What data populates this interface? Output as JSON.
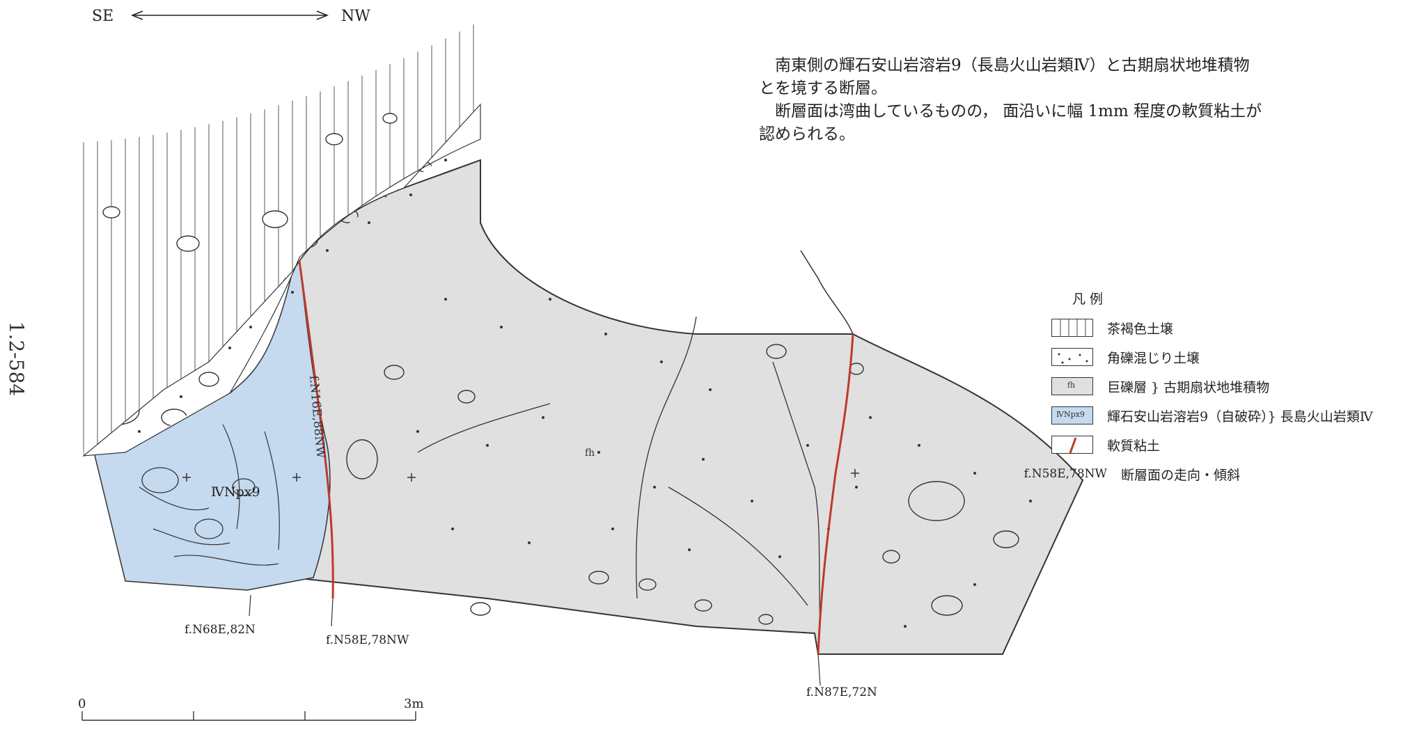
{
  "page_number": "1.2-584",
  "orientation": {
    "left": "SE",
    "right": "NW"
  },
  "description": {
    "line1": "南東側の輝石安山岩溶岩9（長島火山岩類Ⅳ）と古期扇状地堆積物",
    "line2": "とを境する断層。",
    "line3": "断層面は湾曲しているものの， 面沿いに幅 1mm 程度の軟質粘土が",
    "line4": "認められる。"
  },
  "legend": {
    "title": "凡 例",
    "items": [
      {
        "label": "茶褐色土壌",
        "pattern": "vertical-lines"
      },
      {
        "label": "角礫混じり土壌",
        "pattern": "dots"
      },
      {
        "label": "巨礫層 } 古期扇状地堆積物",
        "pattern": "gray-fill",
        "swatch_text": "fh"
      },
      {
        "label": "輝石安山岩溶岩9（自破砕）} 長島火山岩類Ⅳ",
        "pattern": "blue-fill",
        "swatch_text": "ⅣNpx9"
      },
      {
        "label": "軟質粘土",
        "pattern": "red-line"
      },
      {
        "label": "断層面の走向・傾斜",
        "pattern": "text",
        "swatch_text": "f.N58E,78NW"
      }
    ]
  },
  "units": {
    "andesite": {
      "label": "ⅣNpx9",
      "color": "#c5d9ef"
    },
    "fan": {
      "label": "fh",
      "color": "#e0e0e0"
    }
  },
  "faults": [
    {
      "label": "f.N68E,82N"
    },
    {
      "label": "f.N58E,78NW"
    },
    {
      "label": "f.N87E,72N"
    }
  ],
  "clay_annotation": "f.N16E,88NW",
  "scale": {
    "start": "0",
    "end": "3m"
  },
  "colors": {
    "clay": "#c0392b",
    "outline": "#333333"
  }
}
